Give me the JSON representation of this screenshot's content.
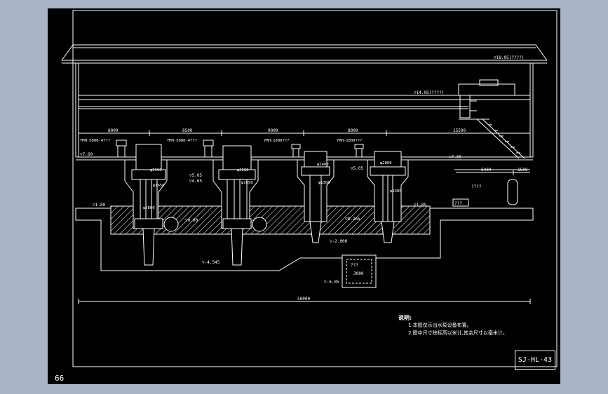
{
  "page_number": "66",
  "drawing_number": "SJ-HL-43",
  "notes": {
    "title": "说明:",
    "lines": [
      "1.本图仅示出水泵设备布置。",
      "2.图中尺寸除标高以米计,其余尺寸以毫米计。"
    ]
  },
  "elevations": {
    "roof": "▽18.05(????)",
    "crane": "▽14.05(????)",
    "floor_left": "▽7.60",
    "floor_right": "▽7.65",
    "pit_left": "▽1.80",
    "pit_right": "▽1.85",
    "sump1": "▽5.05",
    "sump1b": "▽4.65",
    "sump2": "▽5.05",
    "mid1": "▽0.00",
    "mid2": "▽0.265",
    "bottom": "▽-2.000",
    "foundation": "▽-4.545",
    "sump_bottom": "▽-6.85"
  },
  "dimensions": {
    "spans": [
      "8000",
      "8500",
      "9000",
      "8000",
      "15500"
    ],
    "bay_small": [
      "6400",
      "1500"
    ],
    "total": "50000",
    "sump_width": "3000"
  },
  "pump_labels": [
    "YMH-5000-4???",
    "YMH-5000-4???",
    "YMH-1000???",
    "YMH-1000???"
  ],
  "pump_diameters_top": [
    "φ5500",
    "φ3500",
    "φ2400",
    "φ2800"
  ],
  "pump_diameters_mid": [
    "φ1650",
    "φ1650",
    "φ1300",
    "φ1300"
  ],
  "pump_diameters_low": [
    "φ2800",
    "",
    "",
    ""
  ],
  "room_label": "????",
  "sump_label": "???",
  "unit_label": "???"
}
